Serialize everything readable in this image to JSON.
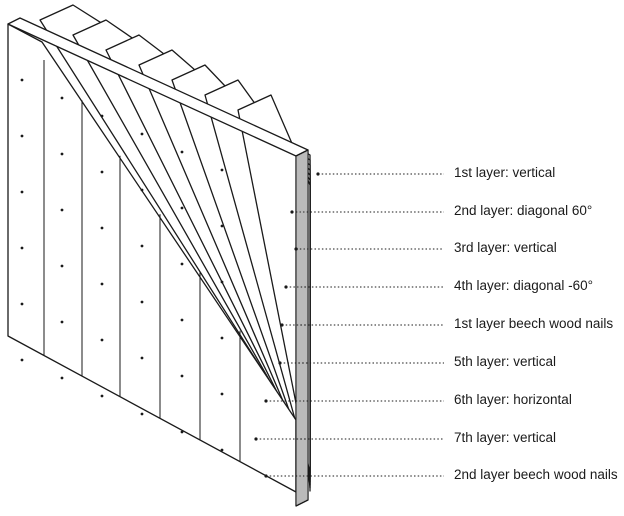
{
  "layers": [
    {
      "id": "layer-1",
      "label": "1st layer: vertical"
    },
    {
      "id": "layer-2",
      "label": "2nd layer: diagonal 60°"
    },
    {
      "id": "layer-3",
      "label": "3rd layer: vertical"
    },
    {
      "id": "layer-4",
      "label": "4th layer: diagonal -60°"
    },
    {
      "id": "nails-1",
      "label": "1st layer beech wood nails"
    },
    {
      "id": "layer-5",
      "label": "5th layer: vertical"
    },
    {
      "id": "layer-6",
      "label": "6th layer: horizontal"
    },
    {
      "id": "layer-7",
      "label": "7th layer: vertical"
    },
    {
      "id": "nails-2",
      "label": "2nd layer beech wood nails"
    }
  ],
  "colors": {
    "line": "#1a1a1a",
    "fill": "#ffffff"
  }
}
